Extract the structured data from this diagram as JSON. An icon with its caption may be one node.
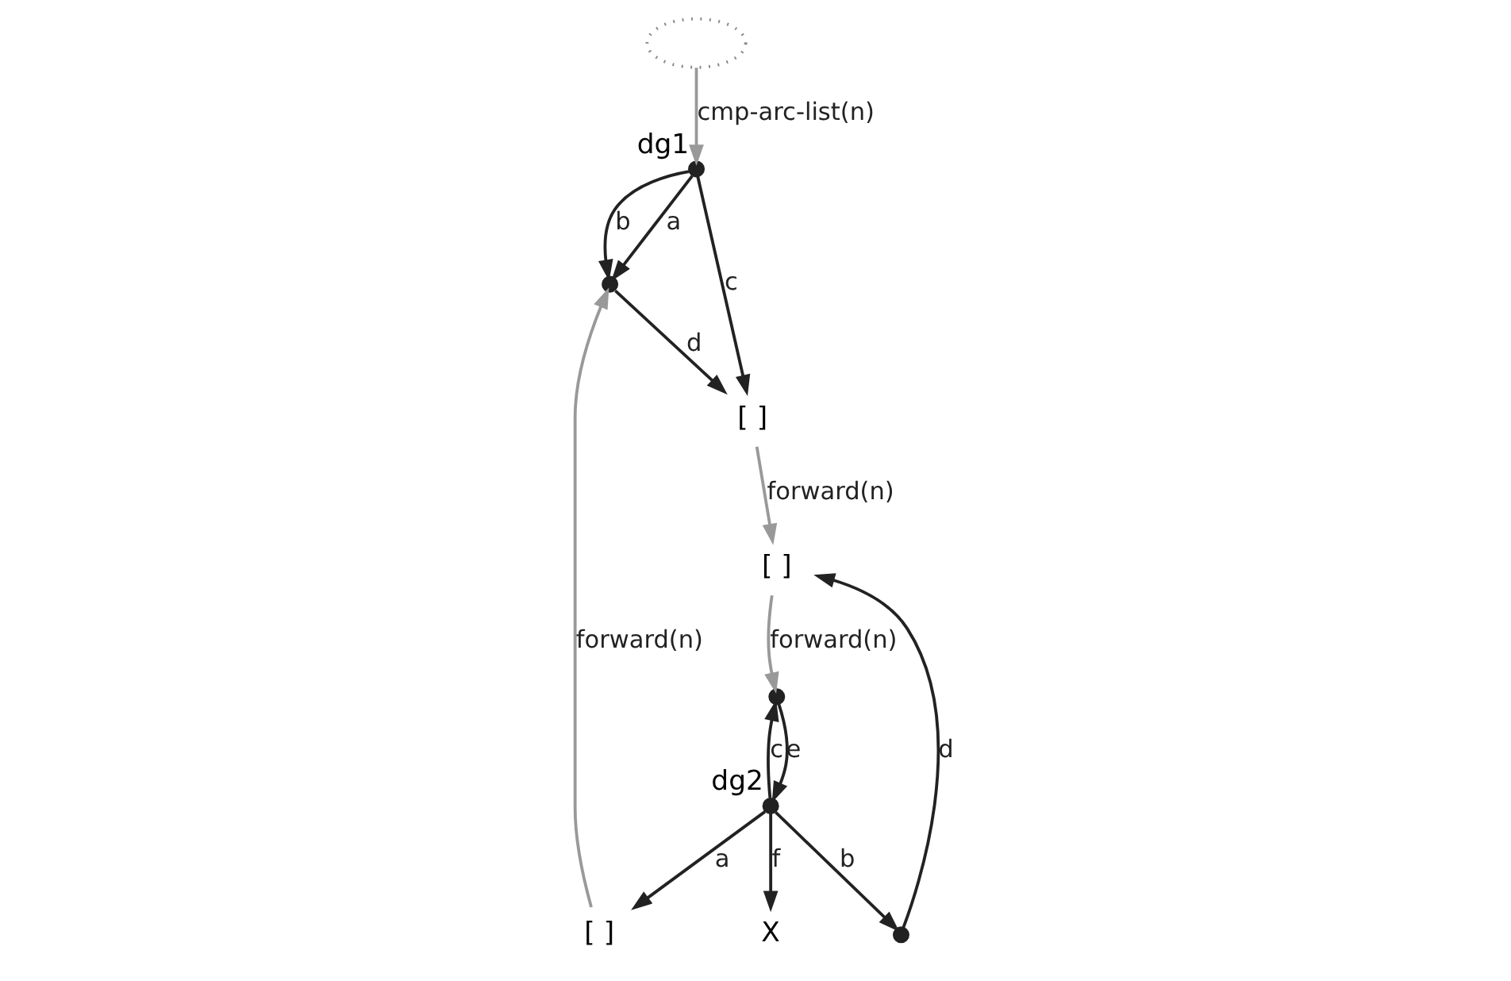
{
  "diagram": {
    "nodes": [
      {
        "text": [],
        "shape": "circle",
        "beside": [
          "dg1"
        ]
      },
      {
        "text": [],
        "shape": "circle"
      },
      {
        "text": [
          "[ ]"
        ]
      },
      {
        "text": [],
        "shape": "cloud"
      },
      {
        "text": [
          "X"
        ]
      },
      {
        "text": [],
        "shape": "circle",
        "beside": [
          "dg2"
        ]
      },
      {
        "text": [],
        "shape": "circle"
      },
      {
        "text": [
          "[ ]"
        ]
      },
      {
        "text": [],
        "shape": "circle"
      },
      {
        "text": [
          "[ ]"
        ]
      }
    ],
    "edges": [
      {
        "from": 0,
        "to": 1,
        "arrow": "to",
        "label": "a"
      },
      {
        "from": 0,
        "to": 1,
        "arrow": "to",
        "label": "b"
      },
      {
        "from": 0,
        "to": 2,
        "arrow": "to",
        "label": "c"
      },
      {
        "from": 1,
        "to": 2,
        "arrow": "to",
        "label": "d"
      },
      {
        "from": 5,
        "to": 4,
        "arrow": "to",
        "label": "f"
      },
      {
        "from": 6,
        "to": 5,
        "arrow": "to",
        "label": "e"
      },
      {
        "from": 5,
        "to": 6,
        "arrow": "to",
        "label": "c"
      },
      {
        "from": 5,
        "to": 7,
        "arrow": "to",
        "label": "a"
      },
      {
        "from": 5,
        "to": 8,
        "arrow": "to",
        "label": "b"
      },
      {
        "from": 8,
        "to": 9,
        "arrow": "to",
        "label": "d"
      },
      {
        "from": 3,
        "to": 0,
        "arrow": "to",
        "label": "cmp-arc-list(n)",
        "color": "#999999"
      },
      {
        "from": 7,
        "to": 1,
        "arrow": "to",
        "label": "forward(n)",
        "color": "#999999"
      },
      {
        "from": 2,
        "to": 9,
        "arrow": "to",
        "label": "forward(n)",
        "color": "#999999"
      },
      {
        "from": 9,
        "to": 6,
        "arrow": "to",
        "label": "forward(n)",
        "color": "#999999"
      }
    ]
  }
}
